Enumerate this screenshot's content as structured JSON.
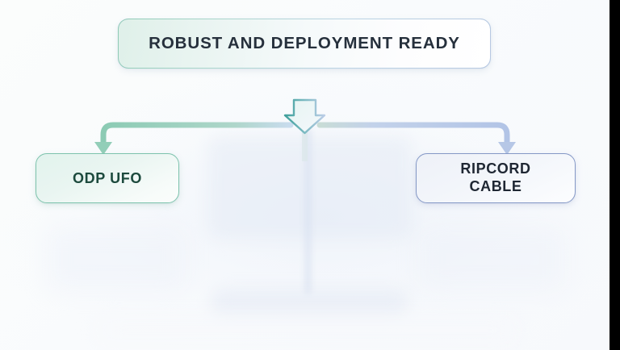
{
  "diagram": {
    "type": "hierarchy-flowchart",
    "title_node": {
      "id": "root",
      "label": "ROBUST AND DEPLOYMENT READY",
      "text_color": "#26303c",
      "border_color": "#b9cfe4",
      "fill_start": "#dff0e9",
      "fill_end": "#ffffff"
    },
    "children": [
      {
        "id": "odp-ufo",
        "label": "ODP UFO",
        "text_color": "#1c4a3d",
        "border_color": "#7dc3ad",
        "fill_start": "#e2f3ed",
        "fill_end": "#fbfdfc",
        "connector_color": "#92ceb8"
      },
      {
        "id": "ripcord-cable",
        "label": "RIPCORD\nCABLE",
        "text_color": "#1f2733",
        "border_color": "#8498c6",
        "fill_start": "#eef1f8",
        "fill_end": "#fcfdfe",
        "connector_color": "#b6c7e6"
      }
    ],
    "center_arrow": {
      "name": "down-arrow",
      "direction": "down",
      "stroke_start": "#4fa9a2",
      "stroke_end": "#b9cbe6",
      "fill": "#eef7f8"
    },
    "background": {
      "base": "#f9fbfd",
      "edge_band_color": "#000000"
    }
  }
}
